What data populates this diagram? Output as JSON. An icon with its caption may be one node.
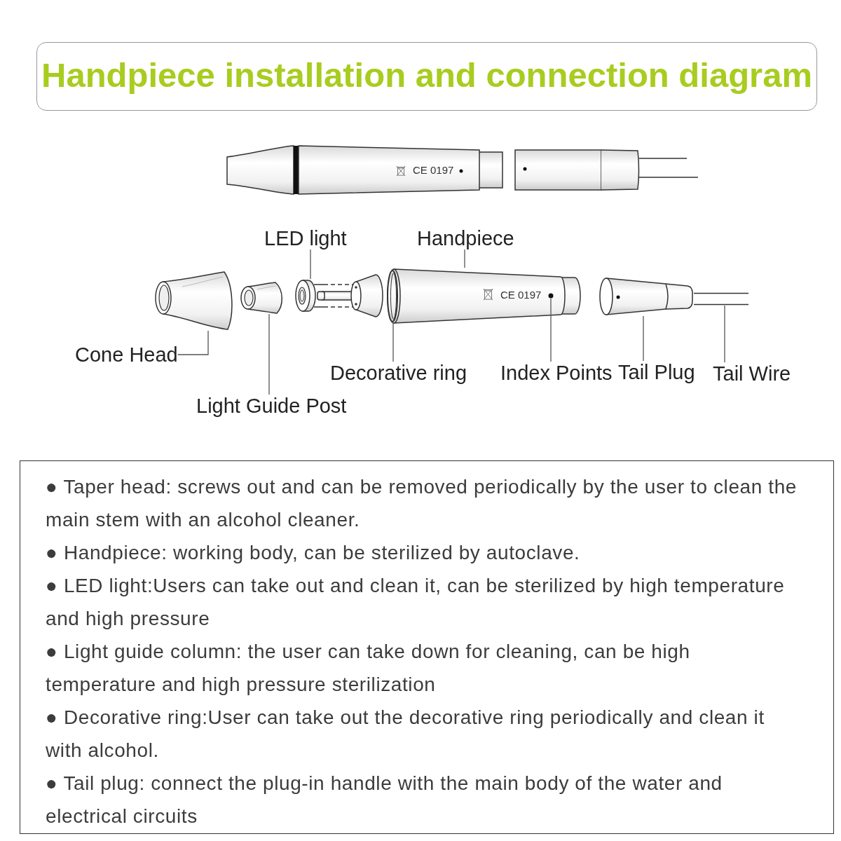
{
  "diagram": {
    "title": "Handpiece installation and connection diagram",
    "nodes": [
      {
        "text": [
          "LED light"
        ]
      },
      {
        "text": [
          "Handpiece"
        ]
      },
      {
        "text": [
          "Cone Head"
        ]
      },
      {
        "text": [
          "Decorative ring"
        ]
      },
      {
        "text": [
          "Index Points"
        ]
      },
      {
        "text": [
          "Tail Plug"
        ]
      },
      {
        "text": [
          "Tail Wire"
        ]
      },
      {
        "text": [
          "Light Guide Post"
        ]
      },
      {
        "text": [],
        "shape": "picture"
      },
      {
        "text": [],
        "shape": "picture"
      },
      {
        "text": [],
        "shape": "picture"
      },
      {
        "text": [],
        "shape": "picture"
      },
      {
        "text": [],
        "shape": "picture"
      },
      {
        "text": [],
        "shape": "circle",
        "in": 11
      },
      {
        "text": [],
        "shape": "picture"
      },
      {
        "text": [],
        "shape": "picture"
      },
      {
        "text": [
          "● Taper head: screws out and can be removed periodically by the user to clean the main stem with an alcohol cleaner.",
          "● Handpiece: working body, can be sterilized by autoclave.",
          "● LED light:Users can take out and clean it, can be sterilized by high temperature and high pressure",
          "● Light guide column: the user can take down for cleaning, can be high temperature and high pressure sterilization",
          "● Decorative ring:User can take out the decorative ring periodically and clean it with alcohol.",
          "● Tail plug: connect the plug-in handle with the main body of the water and electrical circuits"
        ]
      }
    ],
    "edges": [
      {
        "from": 0,
        "to": 10,
        "arrow": "none"
      },
      {
        "from": 1,
        "to": 11,
        "arrow": "none"
      },
      {
        "from": 2,
        "to": 8,
        "arrow": "none"
      },
      {
        "from": 3,
        "to": 12,
        "arrow": "none"
      },
      {
        "from": 4,
        "to": 13,
        "arrow": "none"
      },
      {
        "from": 5,
        "to": 14,
        "arrow": "none"
      },
      {
        "from": 6,
        "to": 15,
        "arrow": "none"
      },
      {
        "from": 7,
        "to": 9,
        "arrow": "none"
      }
    ],
    "labels": [
      "CE 0197",
      "CE 0197"
    ]
  }
}
